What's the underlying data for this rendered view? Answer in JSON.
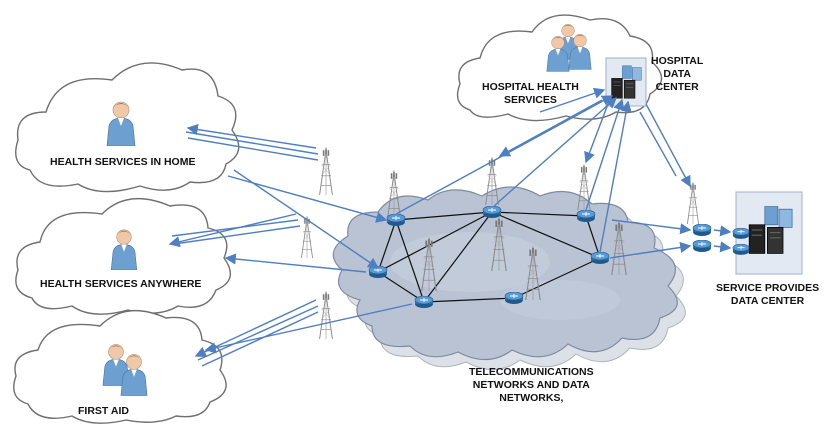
{
  "labels": {
    "health_home": "HEALTH SERVICES  IN HOME",
    "health_anywhere": "HEALTH SERVICES  ANYWHERE",
    "first_aid": "FIRST AID",
    "hospital_services_line1": "HOSPITAL  HEALTH",
    "hospital_services_line2": "SERVICES",
    "hospital_dc_line1": "HOSPITAL",
    "hospital_dc_line2": "DATA",
    "hospital_dc_line3": "CENTER",
    "service_dc_line1": "SERVICE PROVIDES",
    "service_dc_line2": "DATA  CENTER",
    "network_line1": "TELECOMMUNICATIONS",
    "network_line2": "NETWORKS AND DATA",
    "network_line3": "NETWORKS,"
  },
  "colors": {
    "cloud_stroke": "#6f6f6f",
    "network_cloud_fill": "#b9c3d4",
    "arrow": "#4f7fc0",
    "router": "#2f6fa8",
    "link": "#111111",
    "datacenter_fill": "#e3e9f3",
    "datacenter_stroke": "#9fb0c8",
    "person_body": "#6d9fd0",
    "person_head": "#f0c8a8"
  }
}
